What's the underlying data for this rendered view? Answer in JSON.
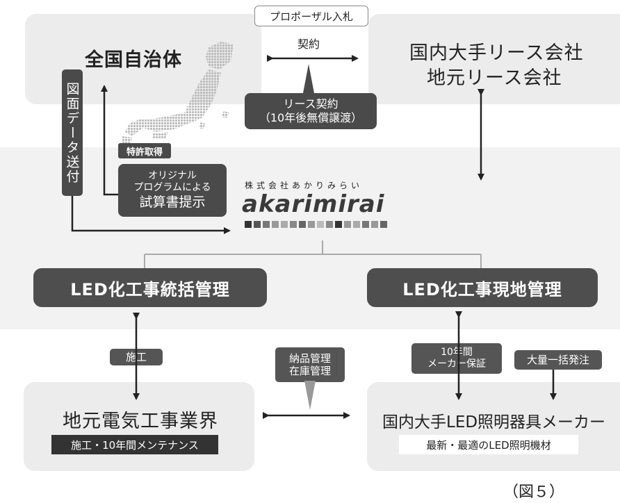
{
  "top": {
    "left_title": "全国自治体",
    "right_title_1": "国内大手リース会社",
    "right_title_2": "地元リース会社",
    "proposal_label": "プロポーザル入札",
    "contract_label": "契約",
    "lease_box_line1": "リース契約",
    "lease_box_line2": "（10年後無償譲渡）"
  },
  "left_column": {
    "vertical_label": "図面データ送付",
    "patent_label": "特許取得",
    "program_line1": "オリジナル",
    "program_line2": "プログラムによる",
    "program_line3": "試算書提示"
  },
  "company": {
    "kana_name": "株式会社あかりみらい",
    "logo_text": "akarimirai"
  },
  "management": {
    "left": "LED化工事統括管理",
    "right": "LED化工事現地管理"
  },
  "bottom": {
    "construction_tag": "施工",
    "delivery_line1": "納品管理",
    "delivery_line2": "在庫管理",
    "warranty_line1": "10年間",
    "warranty_line2": "メーカー保証",
    "bulk_order": "大量一括発注",
    "left_title": "地元電気工事業界",
    "left_sub": "施工・10年間メンテナンス",
    "right_title": "国内大手LED照明器具メーカー",
    "right_sub": "最新・最適のLED照明機材"
  },
  "caption": "（図５）",
  "colors": {
    "panel": "#ececec",
    "band": "#f2f2f2",
    "dark": "#4a4a4a",
    "arrow": "#222222"
  }
}
